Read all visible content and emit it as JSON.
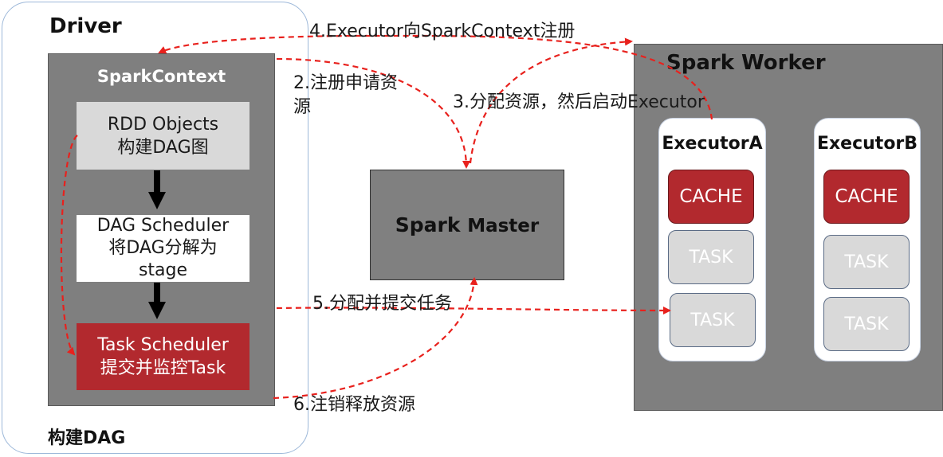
{
  "driver": {
    "title": "Driver",
    "footer": "构建DAG",
    "spark_context": {
      "title": "SparkContext",
      "rdd": {
        "line1": "RDD Objects",
        "line2": "构建DAG图"
      },
      "dag_scheduler": {
        "line1": "DAG Scheduler",
        "line2": "将DAG分解为",
        "line3": "stage"
      },
      "task_scheduler": {
        "line1": "Task Scheduler",
        "line2": "提交并监控Task"
      }
    }
  },
  "master": {
    "label_a": "Spark",
    "label_b": "Master"
  },
  "worker": {
    "title": "Spark Worker",
    "executors": [
      {
        "name": "ExecutorA",
        "cache": "CACHE",
        "tasks": [
          "TASK",
          "TASK"
        ]
      },
      {
        "name": "ExecutorB",
        "cache": "CACHE",
        "tasks": [
          "TASK",
          "TASK"
        ]
      }
    ]
  },
  "steps": {
    "s2_line1": "2.注册申请资",
    "s2_line2": "源",
    "s3": "3.分配资源，然后启动Executor",
    "s4": "4.Executor向SparkContext注册",
    "s5": "5.分配并提交任务",
    "s6": "6.注销释放资源"
  },
  "colors": {
    "arrow": "#e8211d",
    "panel": "#7f7f7f",
    "task_scheduler": "#b2292e",
    "cache": "#b2292e",
    "frame_border": "#9db8d9"
  }
}
